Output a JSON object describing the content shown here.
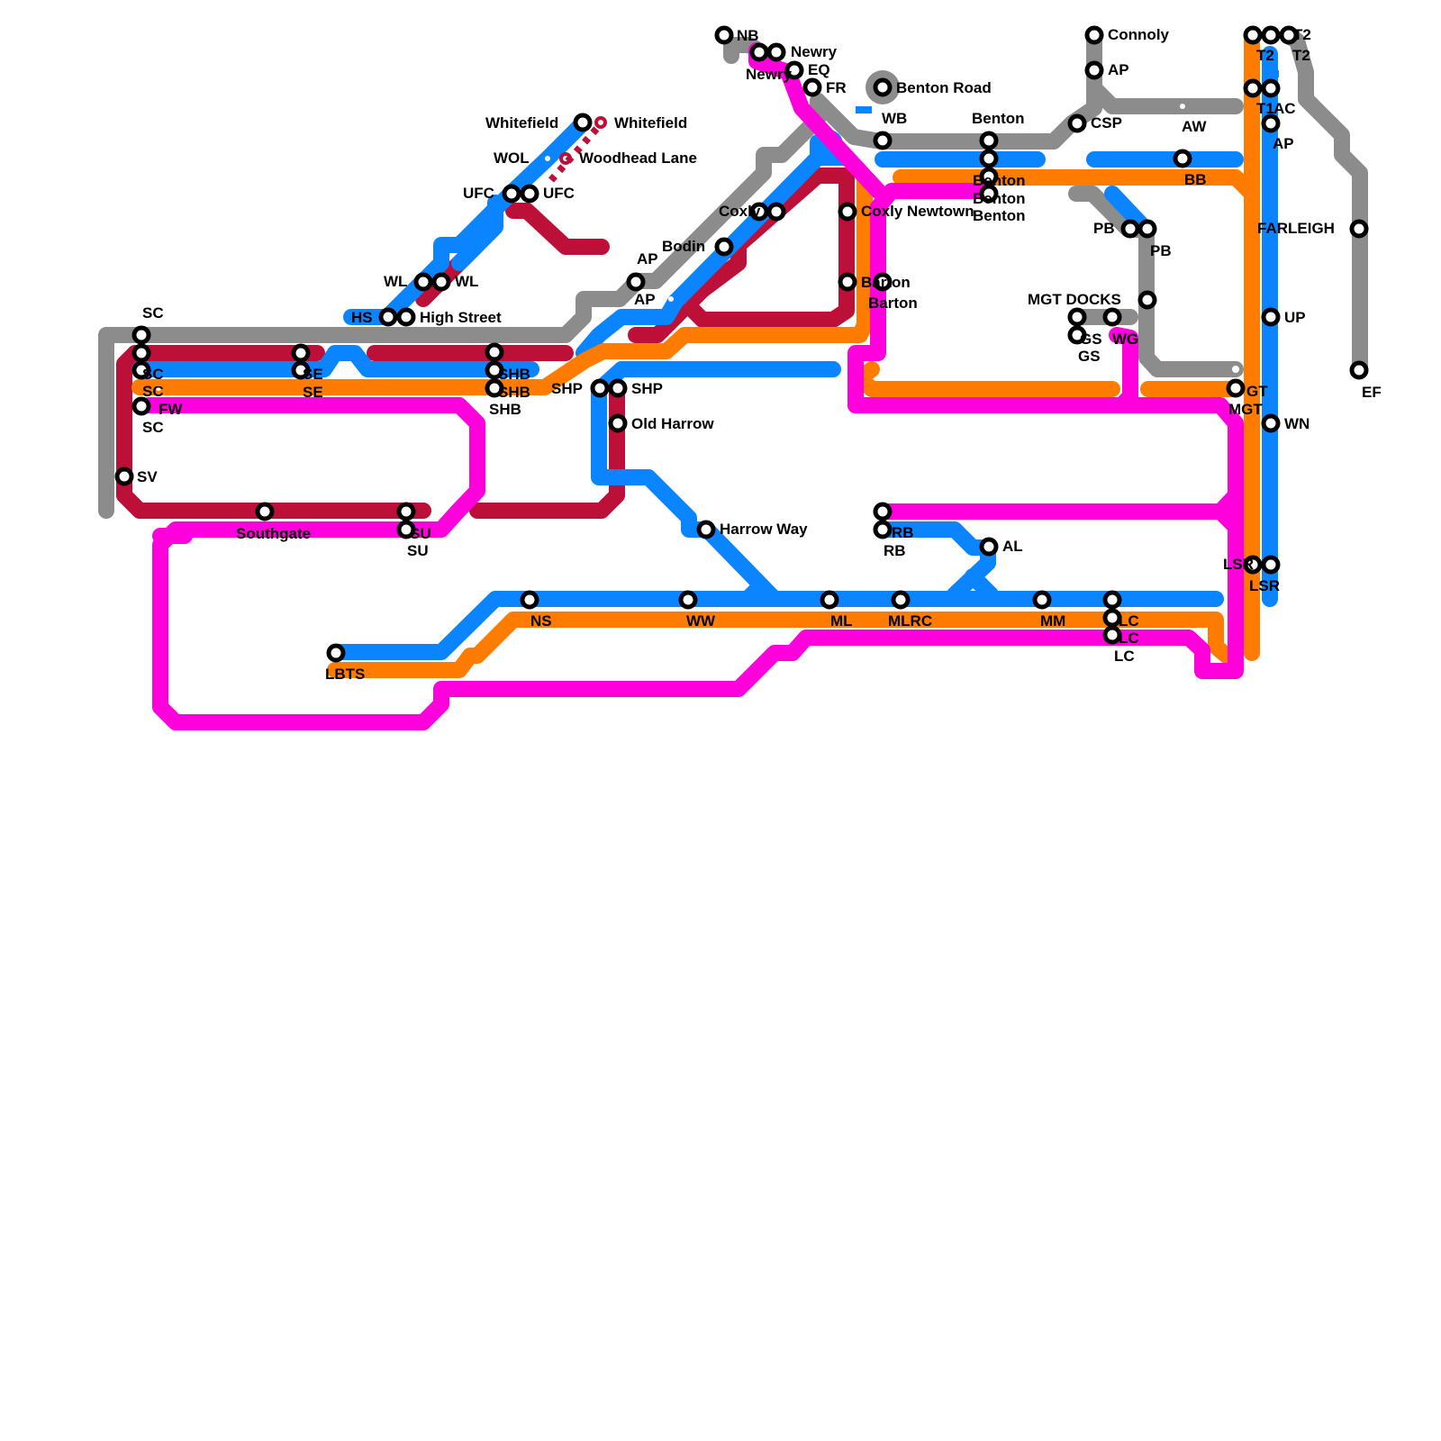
{
  "colors": {
    "grey": "#8c8c8c",
    "crimson": "#bd1038",
    "blue": "#0a84ff",
    "orange": "#ff7c00",
    "magenta": "#ff00dc"
  },
  "labels": [
    "SC",
    "SC",
    "SC",
    "SC",
    "FW",
    "SV",
    "Southgate",
    "SE",
    "SE",
    "HS",
    "High Street",
    "WL",
    "WL",
    "UFC",
    "UFC",
    "WOL",
    "Woodhead Lane",
    "Whitefield",
    "Whitefield",
    "SHB",
    "SHB",
    "SHB",
    "SU",
    "SU",
    "SHP",
    "SHP",
    "Old Harrow",
    "Harrow Way",
    "AP",
    "AP",
    "Bodin",
    "Coxly",
    "NB",
    "Newry",
    "Newry",
    "EQ",
    "FR",
    "Benton Road",
    "WB",
    "Coxly Newtown",
    "Barton",
    "Barton",
    "Benton",
    "Benton",
    "Benton",
    "Benton",
    "Connoly",
    "AP",
    "CSP",
    "AW",
    "BB",
    "PB",
    "PB",
    "MGT DOCKS",
    "GS",
    "GS",
    "WG",
    "T2",
    "T2",
    "T2",
    "T1",
    "AC",
    "AP",
    "FARLEIGH",
    "UP",
    "EF",
    "GT",
    "MGT",
    "WN",
    "LSR",
    "LSR",
    "RB",
    "RB",
    "AL",
    "NS",
    "WW",
    "ML",
    "MLRC",
    "MM",
    "LC",
    "LC",
    "LC",
    "LBTS"
  ]
}
